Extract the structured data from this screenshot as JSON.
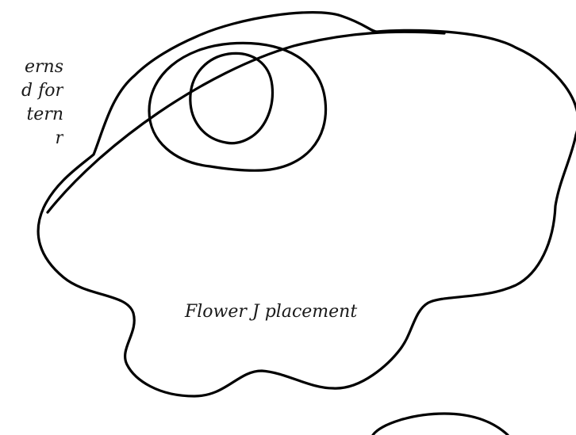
{
  "side_text_fragments": [
    "erns",
    "d for",
    "tern",
    "r"
  ],
  "caption": "Flower J placement"
}
